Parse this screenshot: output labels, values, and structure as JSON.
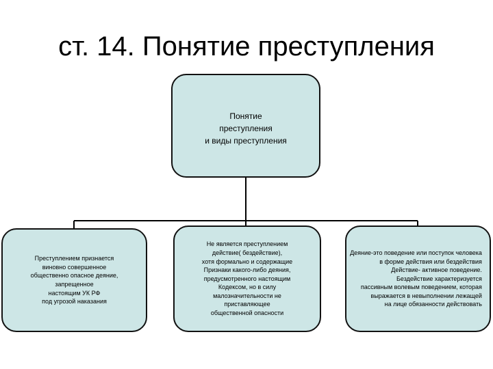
{
  "slide": {
    "title": "ст. 14. Понятие преступления"
  },
  "boxes": {
    "top": "Понятие\nпреступления\nи виды преступления",
    "left": "Преступлением признается\nвиновно совершенное\nобщественно опасное деяние,\nзапрещенное\nнастоящим УК РФ\nпод угрозой наказания",
    "middle": "Не является преступлением\nдействие( бездействие),\nхотя формально и содержащие\nПризнаки какого-либо деяния,\nпредусмотренного настоящим\nКодексом, но в силу\nмалозначительности не\nприставляющее\nобщественной опасности",
    "right": "Деяние-это поведение или поступок человека\nв форме действия или бездействия\nДействие- активное поведение.\nБездействие характеризуется\nпассивным волевым поведением, которая\nвыражается в невыполнении лежащей\nна лице обязанности действовать"
  },
  "colors": {
    "box_fill": "#cde6e6",
    "box_border": "#111111",
    "line": "#000000"
  }
}
